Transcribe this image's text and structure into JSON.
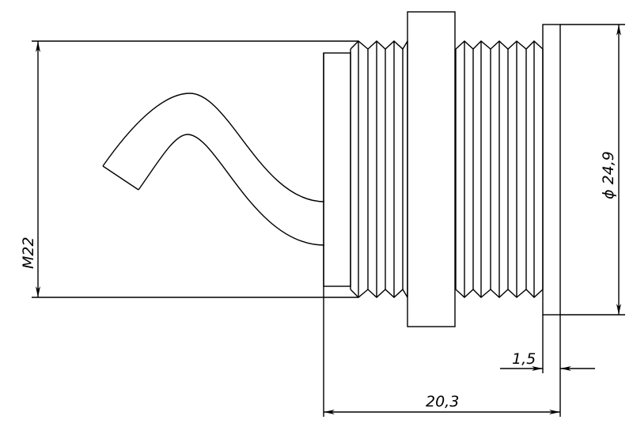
{
  "drawing": {
    "thread_label": "M22",
    "diameter_label": "ϕ 24,9",
    "flange_width_label": "1,5",
    "total_length_label": "20,3"
  }
}
